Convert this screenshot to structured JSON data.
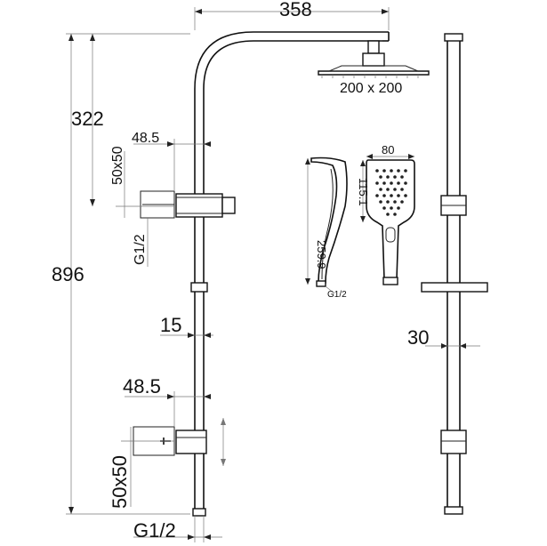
{
  "dimensions": {
    "overall_width": "358",
    "head_size": "200 x 200",
    "upper_height": "322",
    "total_height": "896",
    "outlet_offset_top": "48.5",
    "outlet_offset_bottom": "48.5",
    "bracket_top": "50x50",
    "bracket_bottom": "50x50",
    "thread_top": "G1/2",
    "thread_bottom": "G1/2",
    "pipe_dia": "15",
    "rail_dia": "30",
    "handset_width": "80",
    "handset_face_height": "115.1",
    "handset_length": "259.9",
    "handset_thread": "G1/2"
  }
}
